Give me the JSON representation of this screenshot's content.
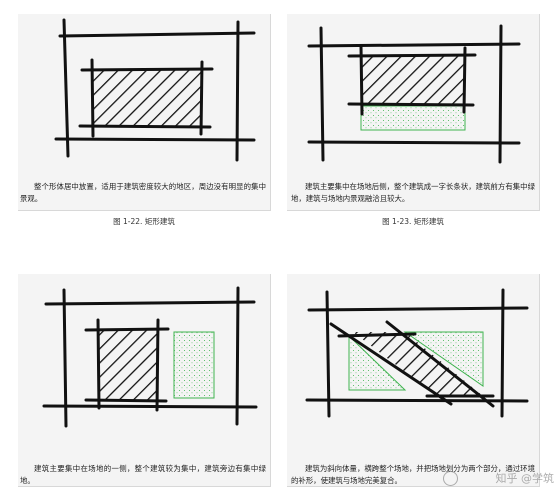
{
  "panels": [
    {
      "caption": "整个形体居中放置，适用于建筑密度较大的地区，周边没有明显的集中景观。",
      "fig_label": "图 1-22. 矩形建筑"
    },
    {
      "caption": "建筑主要集中在场地后侧，整个建筑成一字长条状，建筑前方有集中绿地，建筑与场地内景观融洽且较大。",
      "fig_label": "图 1-23. 矩形建筑"
    },
    {
      "caption": "建筑主要集中在场地的一侧，整个建筑较为集中，建筑旁边有集中绿地。",
      "fig_label": ""
    },
    {
      "caption": "建筑为斜向体量，横跨整个场地，并把场地划分为两个部分，通过环境的补形，使建筑与场地完美复合。",
      "fig_label": ""
    }
  ],
  "watermark": "知乎 @学筑",
  "colors": {
    "ink": "#111111",
    "greenery": "#3fb34f",
    "paper": "#f4f4f4"
  }
}
